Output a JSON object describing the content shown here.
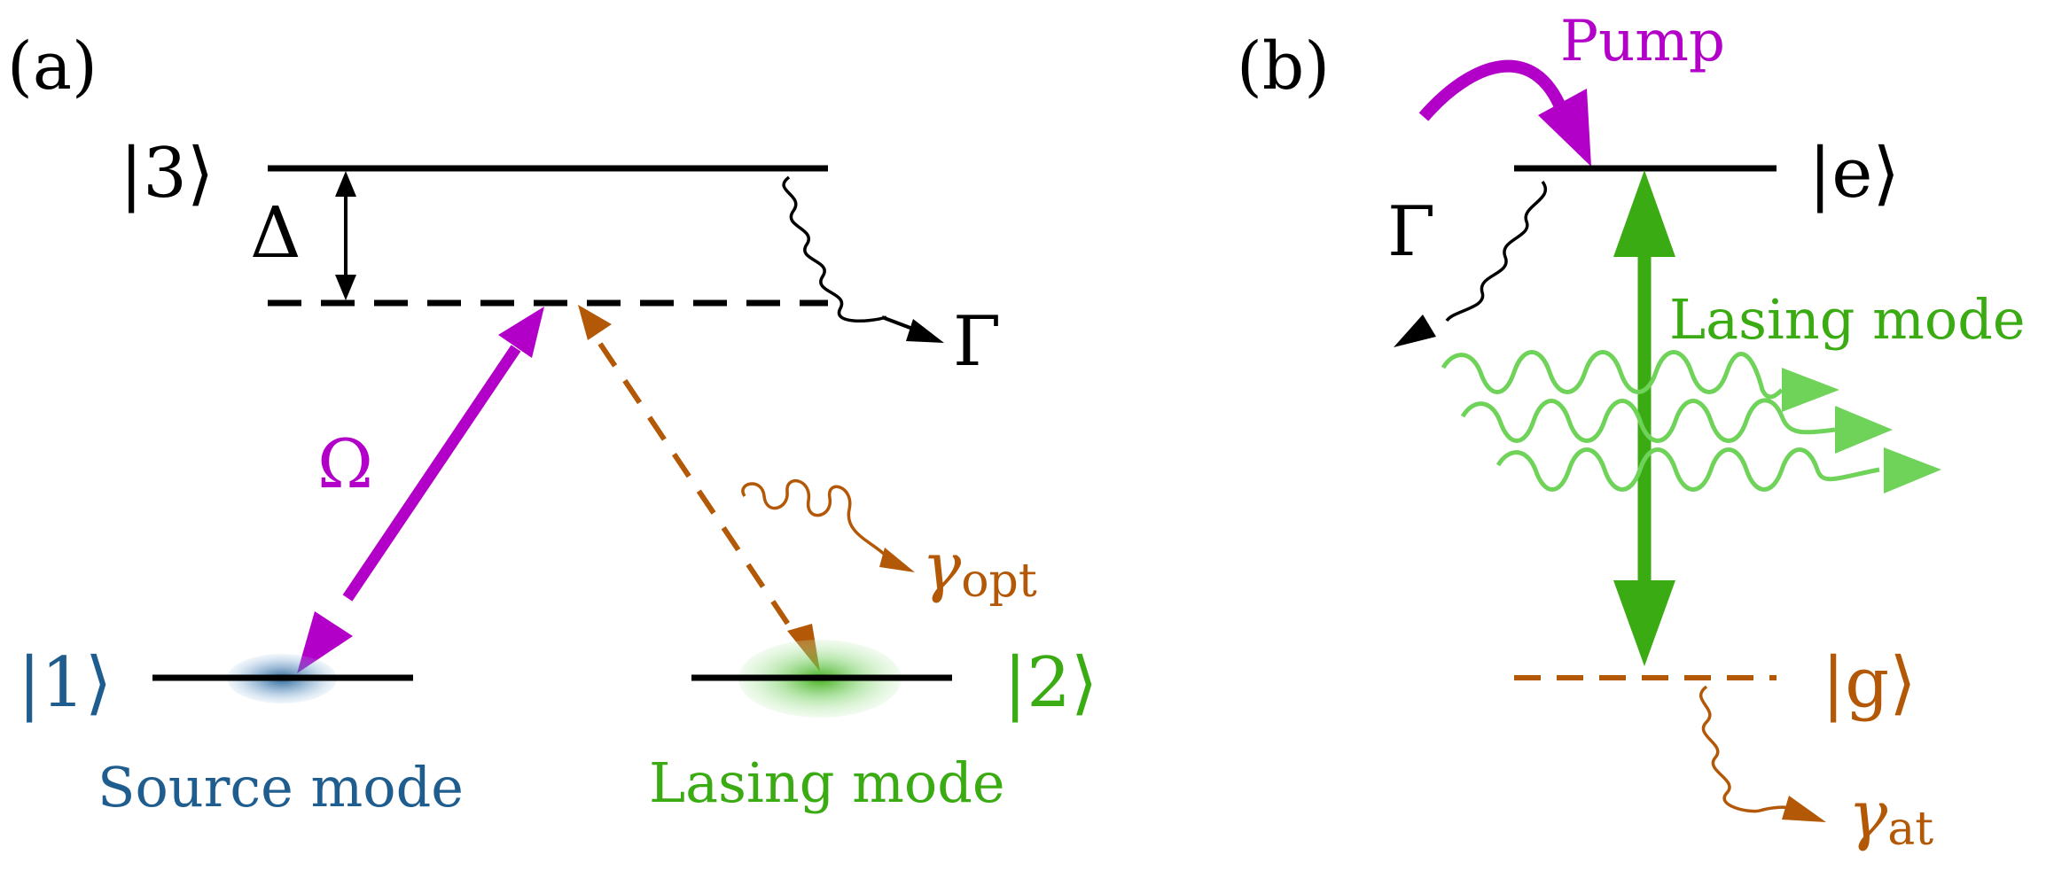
{
  "panel_a": {
    "label": "(a)",
    "state3_label": "|3⟩",
    "state1_label": "|1⟩",
    "state2_label": "|2⟩",
    "detuning_label": "Δ",
    "decay_label": "Γ",
    "rabi_label": "Ω",
    "opt_loss_label": "γ",
    "opt_loss_subscript": "opt",
    "source_mode_label": "Source mode",
    "lasing_mode_label": "Lasing mode"
  },
  "panel_b": {
    "label": "(b)",
    "pump_label": "Pump",
    "excited_label": "|e⟩",
    "ground_label": "|g⟩",
    "decay_label": "Γ",
    "lasing_mode_label": "Lasing mode",
    "atom_loss_label": "γ",
    "atom_loss_subscript": "at"
  },
  "colors": {
    "black": "#000000",
    "magenta": "#b300c8",
    "orange": "#b35806",
    "green": "#3bab13",
    "light_green": "#6fd35a",
    "blue": "#1f5d8f"
  }
}
